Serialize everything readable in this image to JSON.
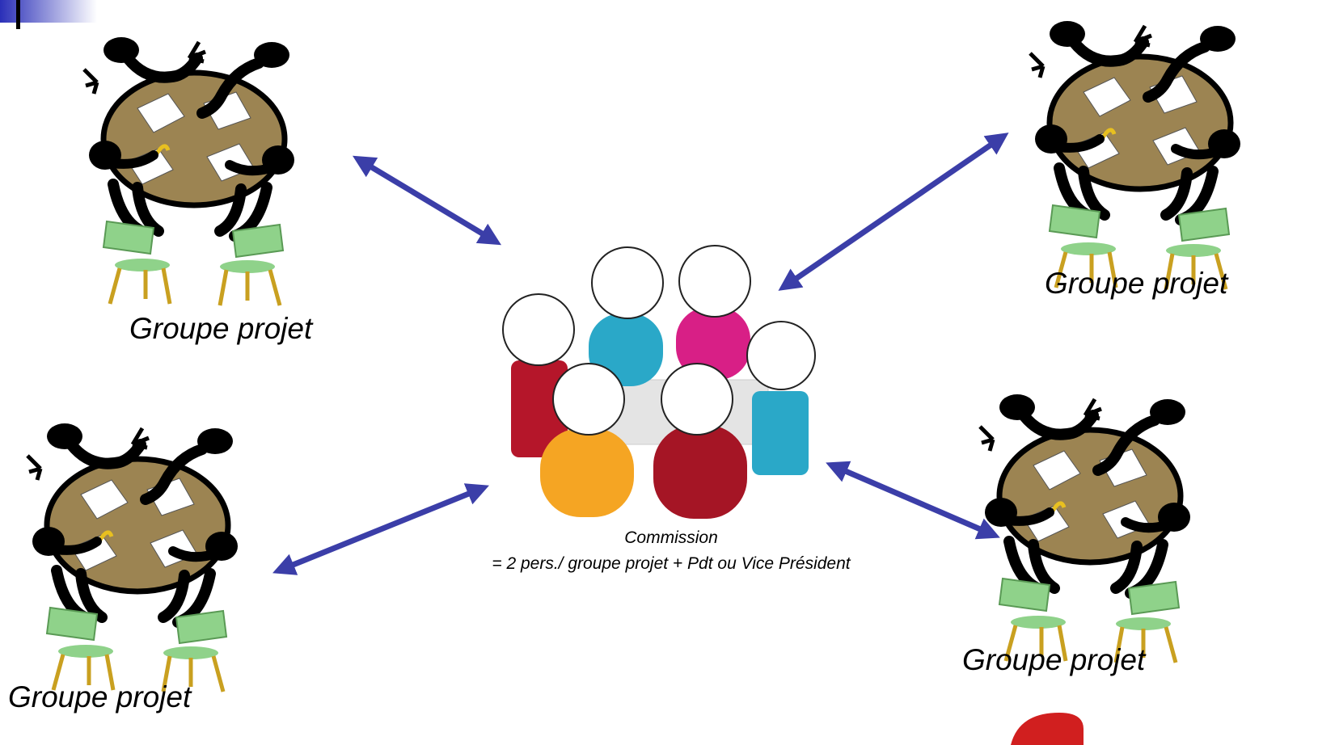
{
  "groups": [
    {
      "id": "top-left",
      "label": "Groupe projet"
    },
    {
      "id": "top-right",
      "label": "Groupe projet"
    },
    {
      "id": "bottom-left",
      "label": "Groupe projet"
    },
    {
      "id": "bottom-right",
      "label": "Groupe projet"
    }
  ],
  "commission": {
    "title": "Commission",
    "subtitle": "= 2 pers./ groupe projet + Pdt ou Vice Président"
  },
  "colors": {
    "arrow": "#3b3ea8",
    "table": "#9c8452",
    "chair": "#8fd28a",
    "chair_legs": "#c9a020",
    "figure": "#000000",
    "commission_people": [
      "#b5162a",
      "#2aa8c8",
      "#d81f86",
      "#2aa8c8",
      "#f5a523",
      "#a51525"
    ]
  },
  "icons": {
    "group": "meeting-table-icon",
    "commission": "commission-meeting-icon",
    "arrow": "double-arrow-icon"
  }
}
